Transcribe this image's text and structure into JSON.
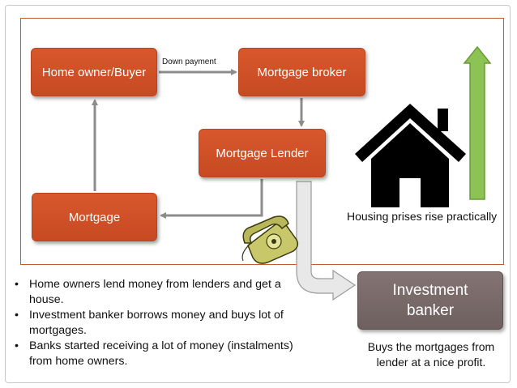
{
  "nodes": {
    "homeowner": "Home owner/Buyer",
    "broker": "Mortgage broker",
    "lender": "Mortgage Lender",
    "mortgage": "Mortgage",
    "investment_line1": "Investment",
    "investment_line2": "banker"
  },
  "edge_labels": {
    "down_payment": "Down payment"
  },
  "captions": {
    "housing": "Housing prises rise practically",
    "buys_line1": "Buys the mortgages from",
    "buys_line2": "lender at a nice profit."
  },
  "bullets": [
    "Home owners lend money from lenders and get a house.",
    "Investment banker borrows money and buys lot of mortgages.",
    "Banks started receiving a lot of money (instalments) from home owners."
  ],
  "icons": [
    "house-icon",
    "telephone-icon",
    "up-arrow-icon"
  ],
  "colors": {
    "node_orange": "#d9572d",
    "investment_gray": "#776868",
    "arrow_gray": "#8c8c8c",
    "up_arrow_green": "#8dc255",
    "frame_orange": "#c25a2a"
  }
}
